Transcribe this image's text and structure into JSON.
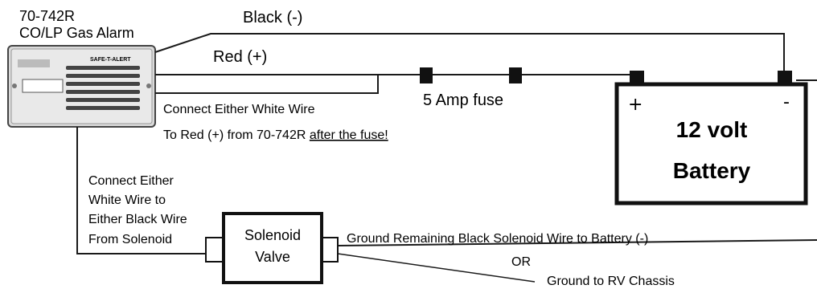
{
  "alarm": {
    "model": "70-742R",
    "name": "CO/LP Gas Alarm",
    "brand": "SAFE-T-ALERT"
  },
  "wires": {
    "black_label": "Black (-)",
    "red_label": "Red (+)"
  },
  "fuse": {
    "label": "5 Amp fuse"
  },
  "battery": {
    "line1": "12 volt",
    "line2": "Battery",
    "pos_symbol": "+",
    "neg_symbol": "-"
  },
  "notes": {
    "connect_white": "Connect Either White Wire",
    "to_red_prefix": "To Red (+) from 70-742R ",
    "to_red_underlined": "after the fuse!",
    "left_note": [
      "Connect Either",
      "White Wire to",
      "Either Black Wire",
      "From Solenoid"
    ],
    "ground_battery": "Ground Remaining Black Solenoid Wire to Battery (-)",
    "or": "OR",
    "ground_chassis": "Ground to RV Chassis"
  },
  "solenoid": {
    "line1": "Solenoid",
    "line2": "Valve"
  }
}
